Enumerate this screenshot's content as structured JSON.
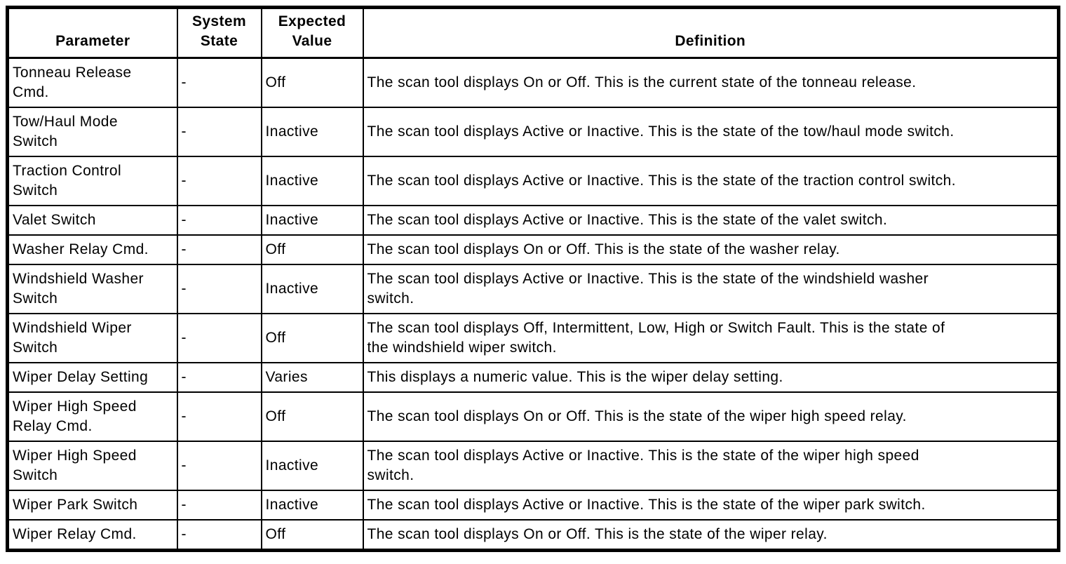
{
  "table": {
    "columns": [
      {
        "key": "parameter",
        "label": "Parameter"
      },
      {
        "key": "system_state",
        "label": "System State"
      },
      {
        "key": "expected_value",
        "label": "Expected Value"
      },
      {
        "key": "definition",
        "label": "Definition"
      }
    ],
    "rows": [
      {
        "parameter": "Tonneau Release Cmd.",
        "system_state": "-",
        "expected_value": "Off",
        "definition": "The scan tool displays On or Off. This is the current state of the tonneau release."
      },
      {
        "parameter": "Tow/Haul Mode Switch",
        "system_state": "-",
        "expected_value": "Inactive",
        "definition": "The scan tool displays Active or Inactive. This is the state of the tow/haul mode switch."
      },
      {
        "parameter": "Traction Control Switch",
        "system_state": "-",
        "expected_value": "Inactive",
        "definition": "The scan tool displays Active or Inactive. This is the state of the traction control switch."
      },
      {
        "parameter": "Valet Switch",
        "system_state": "-",
        "expected_value": "Inactive",
        "definition": "The scan tool displays Active or Inactive. This is the state of the valet switch."
      },
      {
        "parameter": "Washer Relay Cmd.",
        "system_state": "-",
        "expected_value": "Off",
        "definition": "The scan tool displays On or Off. This is the state of the washer relay."
      },
      {
        "parameter": "Windshield Washer Switch",
        "system_state": "-",
        "expected_value": "Inactive",
        "definition": "The scan tool displays Active or Inactive. This is the state of the windshield washer switch."
      },
      {
        "parameter": "Windshield Wiper Switch",
        "system_state": "-",
        "expected_value": "Off",
        "definition": "The scan tool displays Off, Intermittent, Low, High or Switch Fault. This is the state of the windshield wiper switch."
      },
      {
        "parameter": "Wiper Delay Setting",
        "system_state": "-",
        "expected_value": "Varies",
        "definition": "This displays a numeric value. This is the wiper delay setting."
      },
      {
        "parameter": "Wiper High Speed Relay Cmd.",
        "system_state": "-",
        "expected_value": "Off",
        "definition": "The scan tool displays On or Off. This is the state of the wiper high speed relay."
      },
      {
        "parameter": "Wiper High Speed Switch",
        "system_state": "-",
        "expected_value": "Inactive",
        "definition": "The scan tool displays Active or Inactive. This is the state of the wiper high speed switch."
      },
      {
        "parameter": "Wiper Park Switch",
        "system_state": "-",
        "expected_value": "Inactive",
        "definition": "The scan tool displays Active or Inactive. This is the state of the wiper park switch."
      },
      {
        "parameter": "Wiper Relay Cmd.",
        "system_state": "-",
        "expected_value": "Off",
        "definition": "The scan tool displays On or Off. This is the state of the wiper relay."
      }
    ]
  }
}
